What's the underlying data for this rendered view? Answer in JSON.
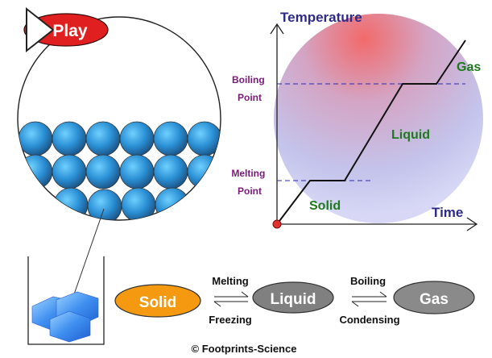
{
  "play_button": {
    "label": "Play"
  },
  "graph": {
    "y_axis_label": "Temperature",
    "x_axis_label": "Time",
    "boiling_point_label": [
      "Boiling",
      "Point"
    ],
    "melting_point_label": [
      "Melting",
      "Point"
    ],
    "phase_labels": {
      "solid": "Solid",
      "liquid": "Liquid",
      "gas": "Gas"
    }
  },
  "state_chain": {
    "states": [
      "Solid",
      "Liquid",
      "Gas"
    ],
    "transitions": {
      "melting": "Melting",
      "freezing": "Freezing",
      "boiling": "Boiling",
      "condensing": "Condensing"
    }
  },
  "footer": {
    "copyright": "© Footprints-Science"
  },
  "colors": {
    "play_red": "#e02020",
    "particle_blue": "#2a8fd4",
    "solid_orange": "#f59a10",
    "liquid_grey": "#808080",
    "gas_grey": "#8a8a8a",
    "axis_red": "#e03030",
    "label_green": "#1f7a1f",
    "label_purple": "#7a1a7a",
    "label_navy": "#2e2a8a"
  }
}
